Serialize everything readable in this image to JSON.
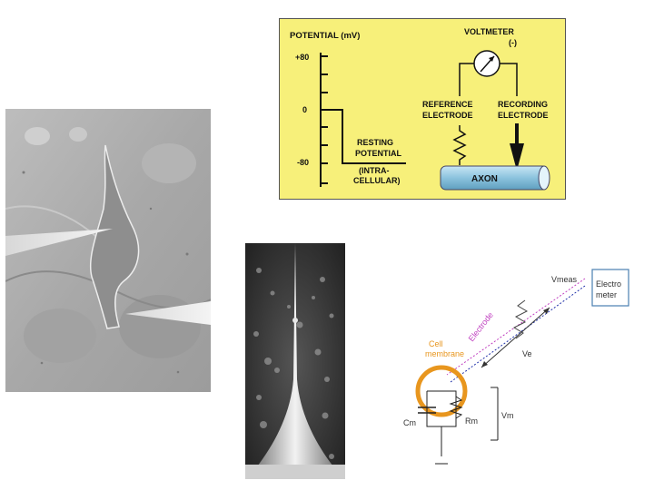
{
  "potential_diagram": {
    "axis_title": "POTENTIAL (mV)",
    "ticks": {
      "plus80": "+80",
      "zero": "0",
      "minus80": "-80"
    },
    "resting_potential_label": [
      "RESTING",
      "POTENTIAL",
      "(INTRA-",
      "CELLULAR)"
    ],
    "voltmeter_label": "VOLTMETER",
    "voltmeter_sign": "(-)",
    "reference_electrode_label": [
      "REFERENCE",
      "ELECTRODE"
    ],
    "recording_electrode_label": [
      "RECORDING",
      "ELECTRODE"
    ],
    "axon_label": "AXON",
    "background_color": "#f7f07a"
  },
  "circuit_diagram": {
    "vmeas_label": "Vmeas",
    "meter_label": [
      "Electro",
      "meter"
    ],
    "electrode_label": "Electrode",
    "cell_membrane_label": [
      "Cell",
      "membrane"
    ],
    "ve_label": "Ve",
    "vm_label": "Vm",
    "cm_label": "Cm",
    "rm_label": "Rm",
    "membrane_color": "#e8961e",
    "electrode_color": "#c040c0"
  },
  "images": {
    "micrograph_neuron": "gray DIC micrograph of neuron with two micropipettes",
    "sem_pipette_tip": "scanning electron micrograph of micropipette tip"
  }
}
